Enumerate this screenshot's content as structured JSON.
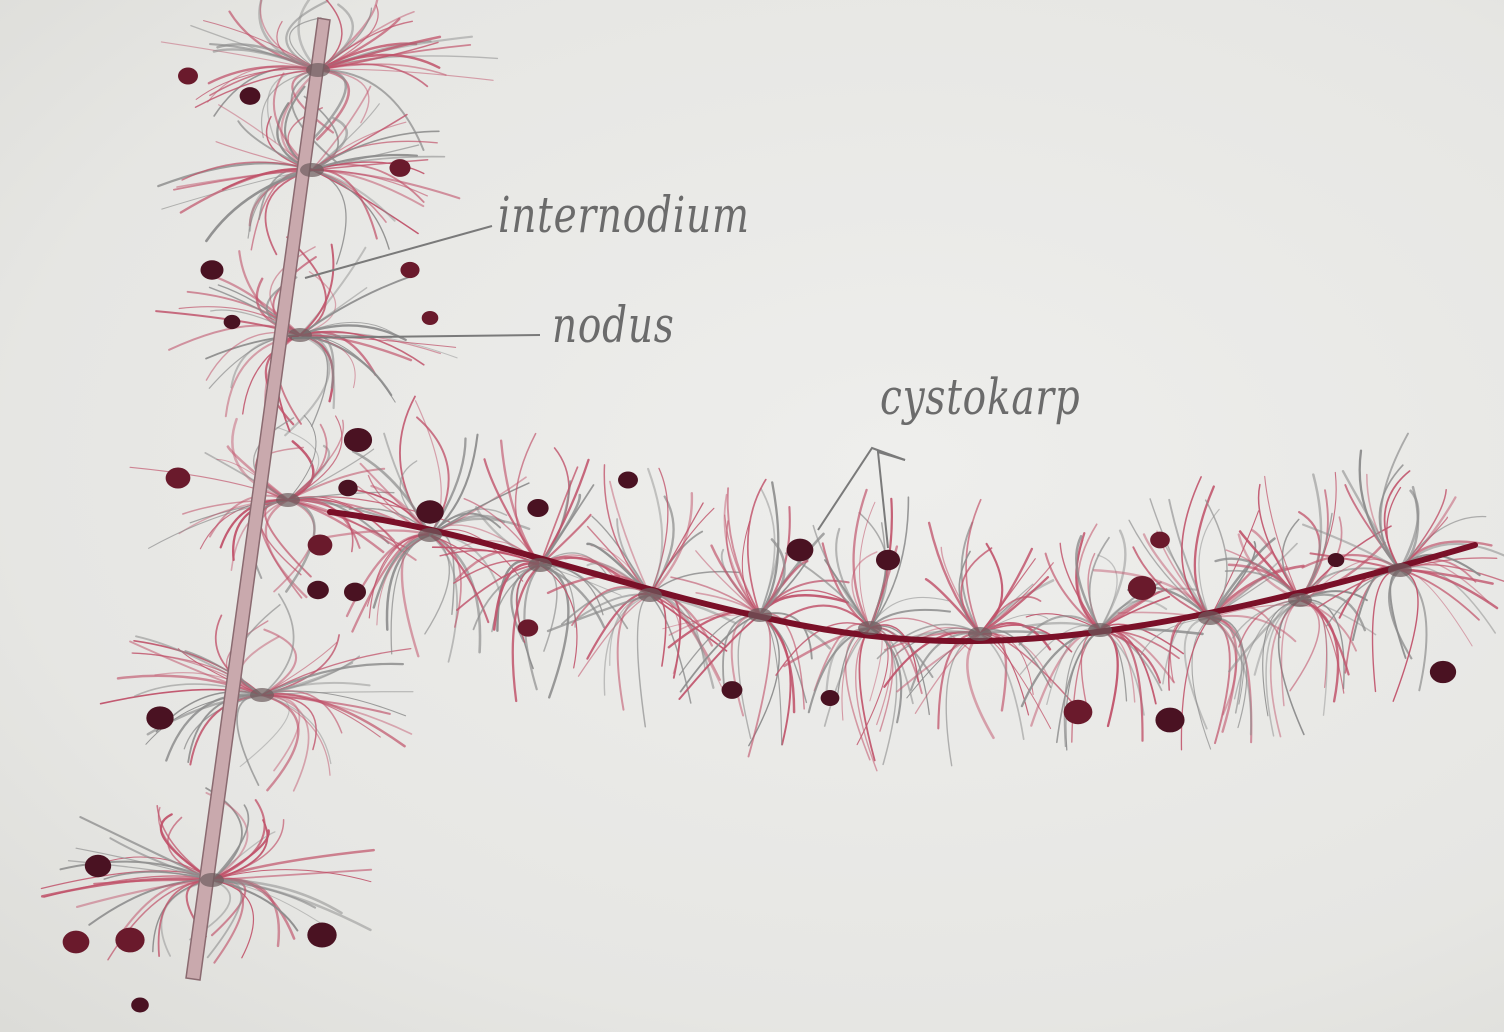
{
  "labels": {
    "internodium": "internodium",
    "nodus": "nodus",
    "cystokarp": "cystokarp"
  },
  "colors": {
    "paper": "#e9e9e6",
    "pencil": "#6b6b6b",
    "red_pencil": "#c0526a",
    "dark_red": "#7a1028",
    "axis": "#c9a9ad"
  }
}
